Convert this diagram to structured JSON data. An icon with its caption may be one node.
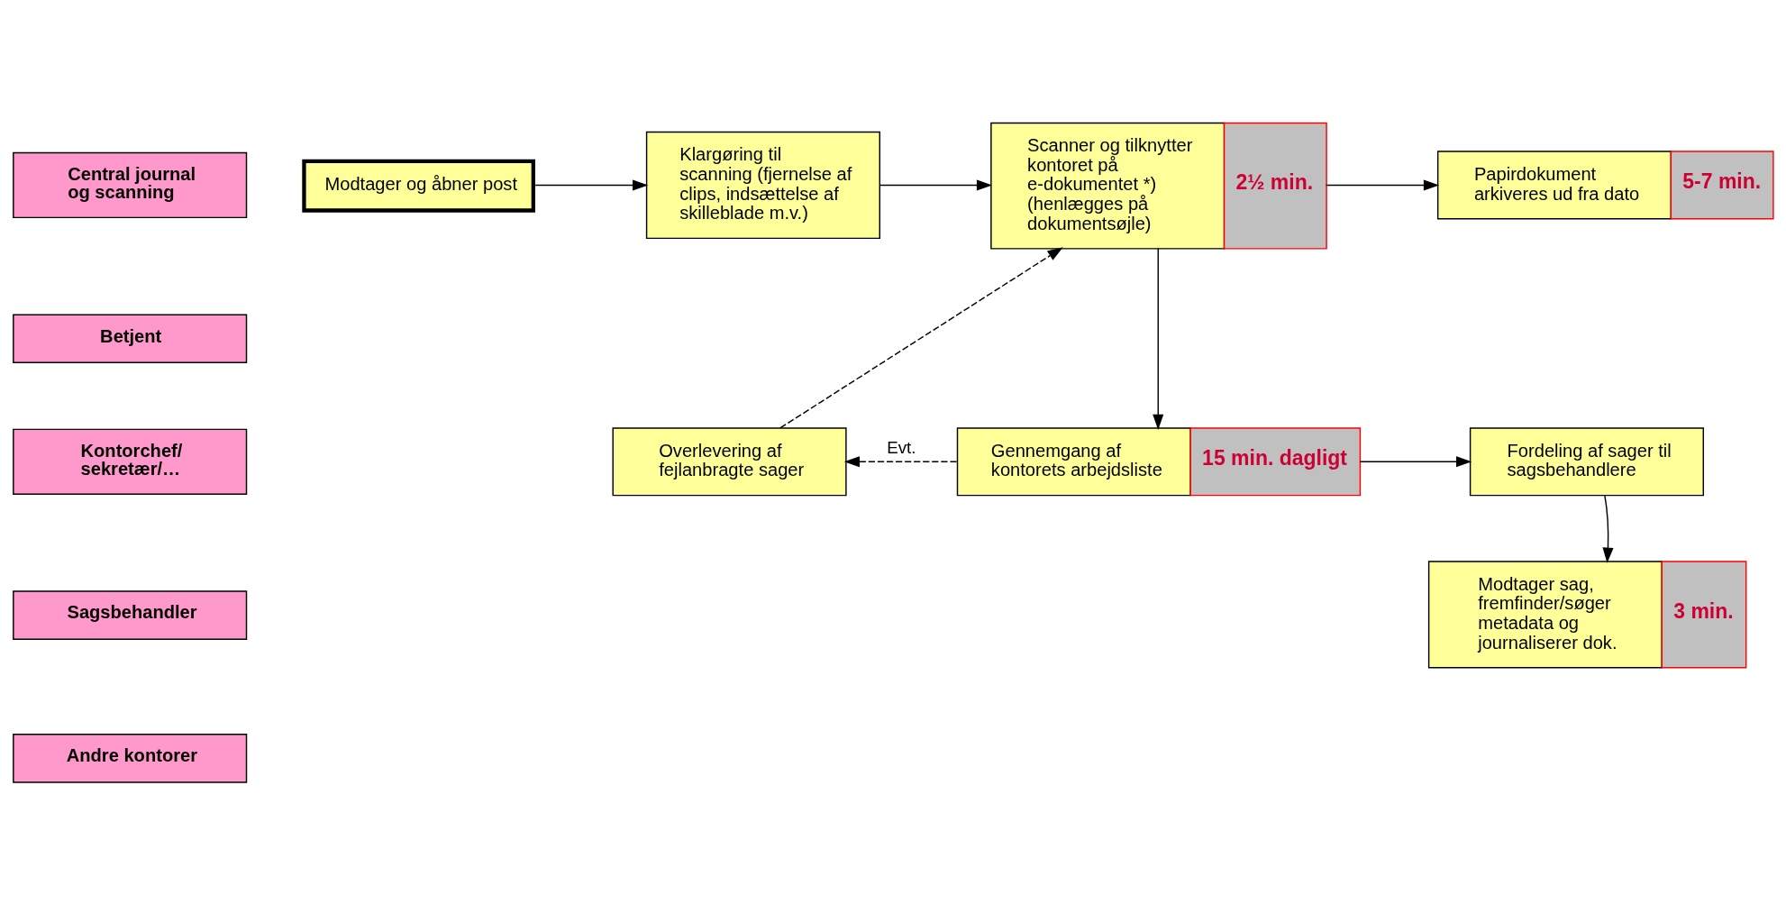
{
  "diagram": {
    "nodes": [
      {
        "text": [
          "Central journal og scanning"
        ]
      },
      {
        "text": [
          "Betjent"
        ]
      },
      {
        "text": [
          "Kontorchef/ sekretær/…"
        ]
      },
      {
        "text": [
          "Sagsbehandler"
        ]
      },
      {
        "text": [
          "Andre kontorer"
        ]
      },
      {
        "text": [
          "Modtager og åbner post"
        ]
      },
      {
        "text": [
          "Klargøring til scanning (fjernelse af clips, indsættelse af skilleblade m.v.)"
        ]
      },
      {
        "text": [
          "Scanner og tilknytter kontoret på e-dokumentet *) (henlægges på dokumentsøjle)"
        ],
        "beside": [
          "2½ min."
        ]
      },
      {
        "text": [
          "Papirdokument arkiveres ud fra dato"
        ],
        "beside": [
          "5-7 min."
        ]
      },
      {
        "text": [
          "Overlevering af fejlanbragte sager"
        ]
      },
      {
        "text": [
          "Gennemgang af kontorets arbejdsliste"
        ],
        "beside": [
          "15 min. dagligt"
        ]
      },
      {
        "text": [
          "Fordeling af sager til sagsbehandlere"
        ]
      },
      {
        "text": [
          "Modtager sag, fremfinder/søger metadata og journaliserer dok."
        ],
        "beside": [
          "3 min."
        ]
      }
    ],
    "edges": [
      {
        "from": 5,
        "to": 6,
        "arrow": "to"
      },
      {
        "from": 6,
        "to": 7,
        "arrow": "to"
      },
      {
        "from": 7,
        "to": 8,
        "arrow": "to"
      },
      {
        "from": 7,
        "to": 10,
        "arrow": "to"
      },
      {
        "from": 10,
        "to": 9,
        "arrow": "to",
        "style": "dashed",
        "label": "Evt."
      },
      {
        "from": 9,
        "to": 7,
        "arrow": "to",
        "style": "dashed"
      },
      {
        "from": 10,
        "to": 11,
        "arrow": "to"
      },
      {
        "from": 11,
        "to": 12,
        "arrow": "to"
      }
    ]
  }
}
